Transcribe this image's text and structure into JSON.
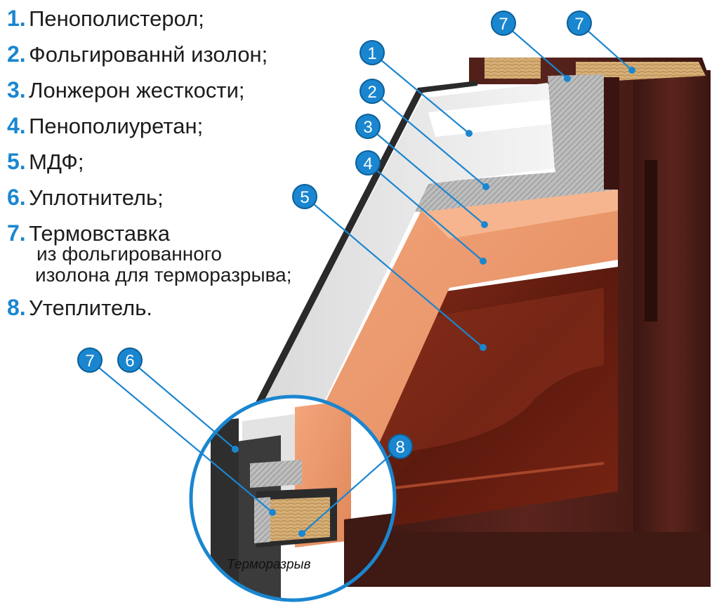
{
  "legend": {
    "items": [
      {
        "num": "1.",
        "text": "Пенополистерол;"
      },
      {
        "num": "2.",
        "text": "Фольгированнй изолон;"
      },
      {
        "num": "3.",
        "text": "Лонжерон жесткости;"
      },
      {
        "num": "4.",
        "text": "Пенополиуретан;"
      },
      {
        "num": "5.",
        "text": "МДФ;"
      },
      {
        "num": "6.",
        "text": "Уплотнитель;"
      },
      {
        "num": "7.",
        "text": "Термовставка"
      },
      {
        "num": "8.",
        "text": "Утеплитель."
      }
    ],
    "item7_cont1": "из фольгированного",
    "item7_cont2": "изолона для терморазрыва;"
  },
  "callouts": {
    "c7a": "7",
    "c7b": "7",
    "c1": "1",
    "c2": "2",
    "c3": "3",
    "c4": "4",
    "c5": "5",
    "c7c": "7",
    "c6": "6",
    "c8": "8"
  },
  "inset_caption": "Терморазрыв",
  "colors": {
    "accent": "#1a86d0",
    "mdf": "#e8956a",
    "door_panel": "#6e1e12",
    "frame": "#4a1e18",
    "foam": "#e6e6e6",
    "insulation": "#d7b27a"
  }
}
